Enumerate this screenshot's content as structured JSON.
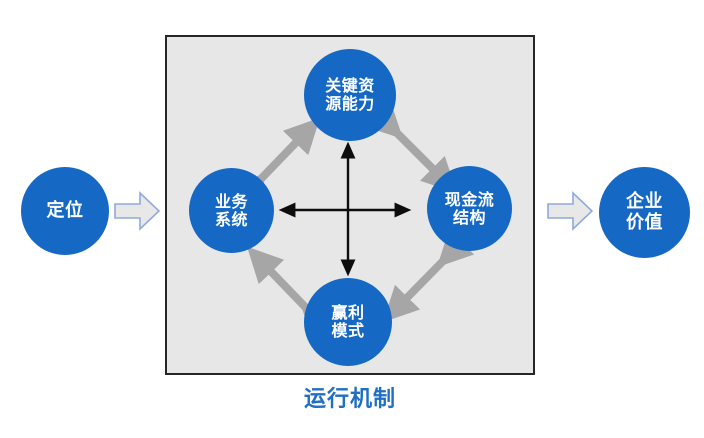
{
  "diagram": {
    "title_caption": "运行机制",
    "caption_color": "#1f6fc4",
    "circle_color": "#1568c4",
    "panel_background": "#e7e7e7",
    "panel_border_color": "#262626",
    "gray_arrow_color": "#a6a6a6",
    "black_arrow_color": "#0d0d0d",
    "chevron_fill": "#e8e8e8",
    "chevron_border": "#8faadc"
  },
  "input_node": {
    "label": "定位"
  },
  "output_node": {
    "label_line1": "企业",
    "label_line2": "价值"
  },
  "connectors": {
    "left_chevron": "right-chevron-arrow",
    "right_chevron": "right-chevron-arrow"
  },
  "core_nodes": [
    {
      "id": "key-resources",
      "position": "top",
      "label_line1": "关键资",
      "label_line2": "源能力"
    },
    {
      "id": "business-system",
      "position": "left",
      "label_line1": "业务",
      "label_line2": "系统"
    },
    {
      "id": "cashflow-structure",
      "position": "right",
      "label_line1": "现金流",
      "label_line2": "结构"
    },
    {
      "id": "profit-model",
      "position": "bottom",
      "label_line1": "赢利",
      "label_line2": "模式"
    }
  ],
  "relations": [
    {
      "from": "business-system",
      "to": "key-resources",
      "style": "gray-double-arrow"
    },
    {
      "from": "key-resources",
      "to": "cashflow-structure",
      "style": "gray-double-arrow"
    },
    {
      "from": "cashflow-structure",
      "to": "profit-model",
      "style": "gray-double-arrow"
    },
    {
      "from": "profit-model",
      "to": "business-system",
      "style": "gray-double-arrow"
    },
    {
      "from": "business-system",
      "to": "cashflow-structure",
      "style": "black-double-arrow-horizontal"
    },
    {
      "from": "key-resources",
      "to": "profit-model",
      "style": "black-double-arrow-vertical"
    }
  ]
}
